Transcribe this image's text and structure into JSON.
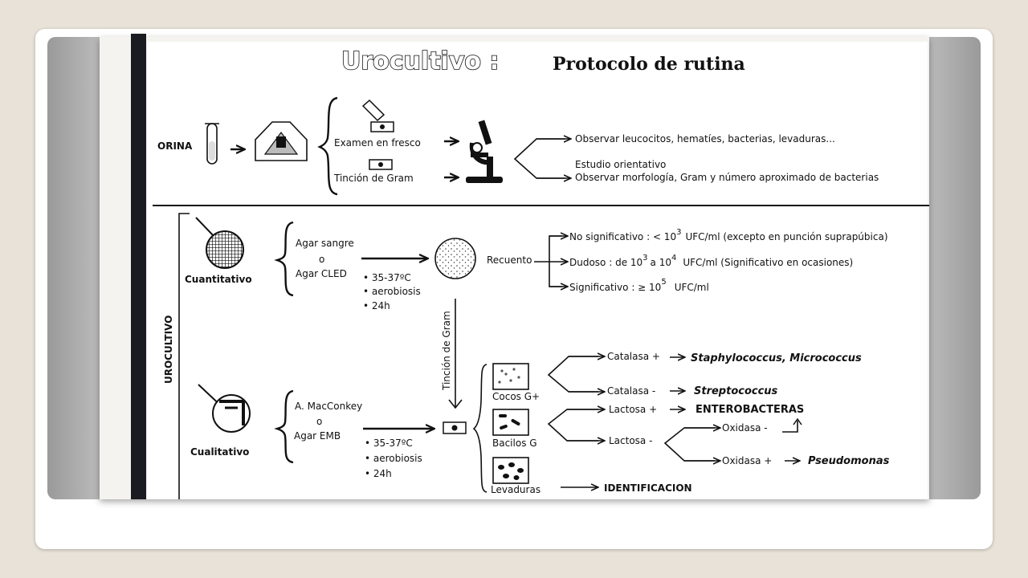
{
  "title": {
    "main": "Urocultivo :",
    "sub": "Protocolo de rutina"
  },
  "top": {
    "orina": "ORINA",
    "examen": "Examen en fresco",
    "tincion": "Tinción de Gram",
    "obs1": "Observar leucocitos, hematíes, bacterias, levaduras...",
    "obs2": "Estudio orientativo",
    "obs3": "Observar morfología, Gram y número aproximado de bacterias"
  },
  "side_label": "UROCULTIVO",
  "cuanti": {
    "label": "Cuantitativo",
    "agar1": "Agar sangre",
    "o": "o",
    "agar2": "Agar CLED",
    "cond1": "• 35-37ºC",
    "cond2": "• aerobiosis",
    "cond3": "• 24h",
    "recuento": "Recuento",
    "r1a": "No significativo : < 10",
    "r1exp": "3",
    "r1b": "UFC/ml  (excepto en punción suprapúbica)",
    "r2a": "Dudoso : de 10",
    "r2exp1": "3",
    "r2mid": "a 10",
    "r2exp2": "4",
    "r2b": "UFC/ml  (Significativo en ocasiones)",
    "r3a": "Significativo :  ≥ 10",
    "r3exp": "5",
    "r3b": "UFC/ml"
  },
  "vertical_gram": "Tinción de Gram",
  "cuali": {
    "label": "Cualitativo",
    "agar1": "A. MacConkey",
    "o": "o",
    "agar2": "Agar EMB",
    "cond1": "• 35-37ºC",
    "cond2": "• aerobiosis",
    "cond3": "• 24h",
    "cocos": "Cocos G+",
    "bacilos": "Bacilos G",
    "levaduras": "Levaduras",
    "cat_pos": "Catalasa +",
    "cat_pos_res": "Staphylococcus, Micrococcus",
    "cat_neg": "Catalasa -",
    "cat_neg_res": "Streptococcus",
    "lac_pos": "Lactosa +",
    "lac_pos_res": "ENTEROBACTERAS",
    "lac_neg": "Lactosa -",
    "oxi_neg": "Oxidasa -",
    "oxi_pos": "Oxidasa +",
    "oxi_pos_res": "Pseudomonas",
    "identificacion": "IDENTIFICACION"
  }
}
